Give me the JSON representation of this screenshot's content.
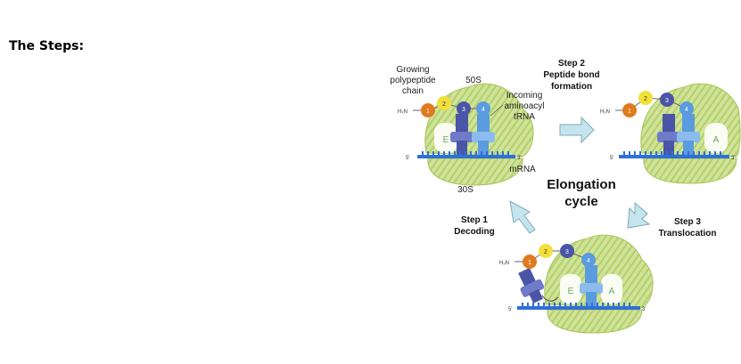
{
  "heading": "The Steps:",
  "diagram": {
    "labels": {
      "growing_polypeptide_line1": "Growing",
      "growing_polypeptide_line2": "polypeptide",
      "growing_polypeptide_line3": "chain",
      "large_subunit": "50S",
      "small_subunit": "30S",
      "incoming_line1": "Incoming",
      "incoming_line2": "aminoacyl",
      "incoming_line3": "tRNA",
      "mrna": "mRNA",
      "cycle_line1": "Elongation",
      "cycle_line2": "cycle"
    },
    "steps": {
      "step1_title": "Step 1",
      "step1_name": "Decoding",
      "step2_title": "Step 2",
      "step2_name_line1": "Peptide bond",
      "step2_name_line2": "formation",
      "step3_title": "Step 3",
      "step3_name": "Translocation"
    },
    "site_labels": {
      "e_site": "E",
      "a_site": "A"
    },
    "chain_numbers": [
      "1",
      "2",
      "3",
      "4"
    ],
    "terminal": "H₂N",
    "strand_five": "5'",
    "strand_three": "3'",
    "colors": {
      "ribosome": "#c9df8a",
      "mrna": "#2f6fd6",
      "bead1": "#e07a1f",
      "bead2": "#f2e03a",
      "bead3": "#4a55a8",
      "bead4": "#5b9be0",
      "arrow_fill": "#c4e4ee",
      "arrow_stroke": "#7fa9b8"
    }
  }
}
